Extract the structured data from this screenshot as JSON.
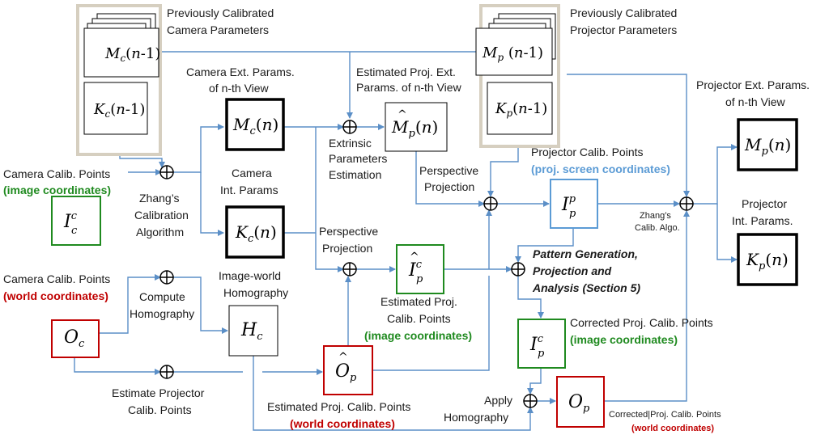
{
  "diagram": {
    "labels": {
      "prev_cam_1": "Previously Calibrated",
      "prev_cam_2": "Camera Parameters",
      "prev_proj_1": "Previously Calibrated",
      "prev_proj_2": "Projector Parameters",
      "cam_ext_1": "Camera Ext. Params.",
      "cam_ext_2": "of n-th View",
      "est_proj_ext_1": "Estimated Proj. Ext.",
      "est_proj_ext_2": "Params. of n-th View",
      "proj_ext_1": "Projector Ext. Params.",
      "proj_ext_2": "of n-th View",
      "extr_est_1": "Extrinsic",
      "extr_est_2": "Parameters",
      "extr_est_3": "Estimation",
      "cam_calib_img_1": "Camera Calib. Points",
      "cam_calib_img_2": "(image coordinates)",
      "zhang_1": "Zhang’s",
      "zhang_2": "Calibration",
      "zhang_3": "Algorithm",
      "cam_int_1": "Camera",
      "cam_int_2": "Int. Params",
      "persp_proj_top_1": "Perspective",
      "persp_proj_top_2": "Projection",
      "proj_calib_1": "Projector Calib. Points",
      "proj_calib_2": "(proj. screen coordinates)",
      "zhang_small_1": "Zhang’s",
      "zhang_small_2": "Calib. Algo.",
      "proj_int_1": "Projector",
      "proj_int_2": "Int. Params.",
      "persp_proj_mid_1": "Perspective",
      "persp_proj_mid_2": "Projection",
      "pattern_1": "Pattern Generation,",
      "pattern_2": "Projection and",
      "pattern_3": "Analysis (Section 5)",
      "cam_calib_world_1": "Camera Calib. Points",
      "cam_calib_world_2": "(world coordinates)",
      "compute_h_1": "Compute",
      "compute_h_2": "Homography",
      "img_world_1": "Image-world",
      "img_world_2": "Homography",
      "est_proj_calib_img_1": "Estimated Proj.",
      "est_proj_calib_img_2": "Calib. Points",
      "est_proj_calib_img_3": "(image coordinates)",
      "corr_proj_img_1": "Corrected Proj. Calib. Points",
      "corr_proj_img_2": "(image coordinates)",
      "est_proj_pts_1": "Estimate Projector",
      "est_proj_pts_2": "Calib. Points",
      "est_proj_world_1": "Estimated Proj.  Calib. Points",
      "est_proj_world_2": "(world coordinates)",
      "apply_h_1": "Apply",
      "apply_h_2": "Homography",
      "corr_proj_world_1": "Corrected|Proj. Calib. Points",
      "corr_proj_world_2": "(world coordinates)"
    },
    "colors": {
      "wire": "#5b8fc7",
      "stack_frame": "#d6cfc0",
      "green": "#1f8a1f",
      "red": "#c00000",
      "blue": "#5b9bd5"
    }
  }
}
